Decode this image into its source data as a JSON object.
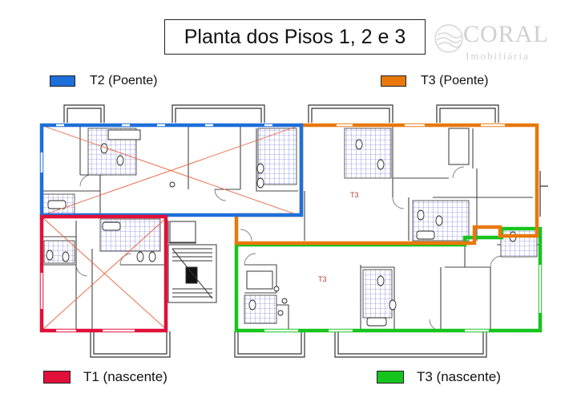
{
  "title": "Planta dos Pisos 1, 2 e 3",
  "logo": {
    "name": "CORAL",
    "subtitle": "Imobiliária"
  },
  "legend": [
    {
      "label": "T2 (Poente)",
      "color": "#1e6fd9"
    },
    {
      "label": "T3 (Poente)",
      "color": "#e8780c"
    },
    {
      "label": "T1 (nascente)",
      "color": "#e0103a"
    },
    {
      "label": "T3 (nascente)",
      "color": "#16c41e"
    }
  ],
  "plan_labels": {
    "t3_poente": "T3",
    "t3_nascente": "T3"
  },
  "label_color": "#c0392b"
}
